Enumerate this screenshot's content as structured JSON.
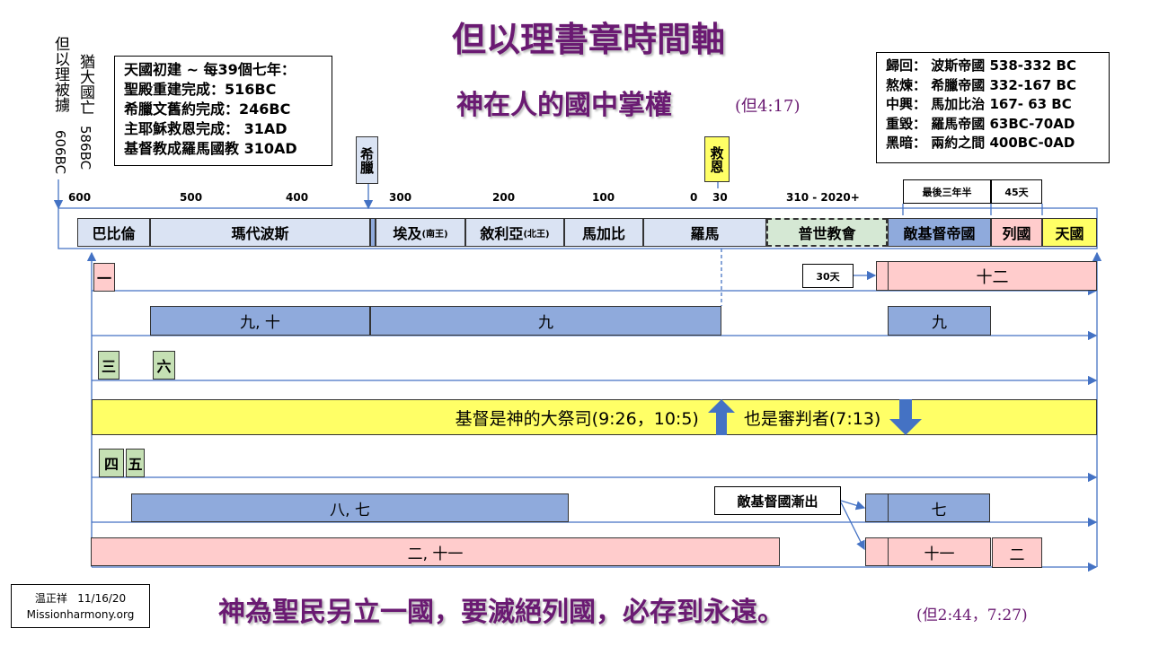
{
  "title": "但以理書章時間軸",
  "subtitle": "神在人的國中掌權",
  "subtitle_ref": "(但4:17)",
  "left_labels": [
    {
      "text": "但以理被擄",
      "year": "606BC"
    },
    {
      "text": "猶大國亡",
      "year": "586BC"
    }
  ],
  "left_info": [
    "天國初建 ~ 每39個七年：",
    "聖殿重建完成：516BC",
    "希臘文舊約完成：246BC",
    "主耶穌救恩完成： 31AD",
    "基督教成羅馬國教 310AD"
  ],
  "right_info": [
    "歸回： 波斯帝國 538-332 BC",
    "熬煉： 希臘帝國 332-167 BC",
    "中興： 馬加比治 167- 63 BC",
    "重毀： 羅馬帝國 63BC-70AD",
    "黑暗： 兩約之間 400BC-0AD"
  ],
  "markers": {
    "greece": "希臘",
    "salvation": "救恩"
  },
  "ticks": [
    "600",
    "500",
    "400",
    "300",
    "200",
    "100",
    "0",
    "30",
    "310 - 2020+"
  ],
  "final_labels": {
    "three_half": "最後三年半",
    "days45": "45天",
    "days30": "30天"
  },
  "eras": [
    "巴比倫",
    "瑪代波斯",
    "埃及",
    "(南王)",
    "敘利亞",
    "(北王)",
    "馬加比",
    "羅馬",
    "普世教會",
    "敵基督帝國",
    "列國",
    "天國"
  ],
  "chapters": {
    "c1": "一",
    "c12": "十二",
    "c9_10": "九, 十",
    "c9a": "九",
    "c9b": "九",
    "c3": "三",
    "c6": "六",
    "c4": "四",
    "c5": "五",
    "c8_7": "八, 七",
    "c7": "七",
    "c2_11": "二, 十一",
    "c11": "十一",
    "c2": "二"
  },
  "band": {
    "left": "基督是神的大祭司(9:26，10:5)",
    "right": "也是審判者(7:13)"
  },
  "callout": "敵基督國漸出",
  "footer": {
    "author": "温正祥",
    "date": "11/16/20",
    "site": "Missionharmony.org"
  },
  "slogan": "神為聖民另立一國，要滅絕列國，必存到永遠。",
  "slogan_ref": "(但2:44，7:27)"
}
